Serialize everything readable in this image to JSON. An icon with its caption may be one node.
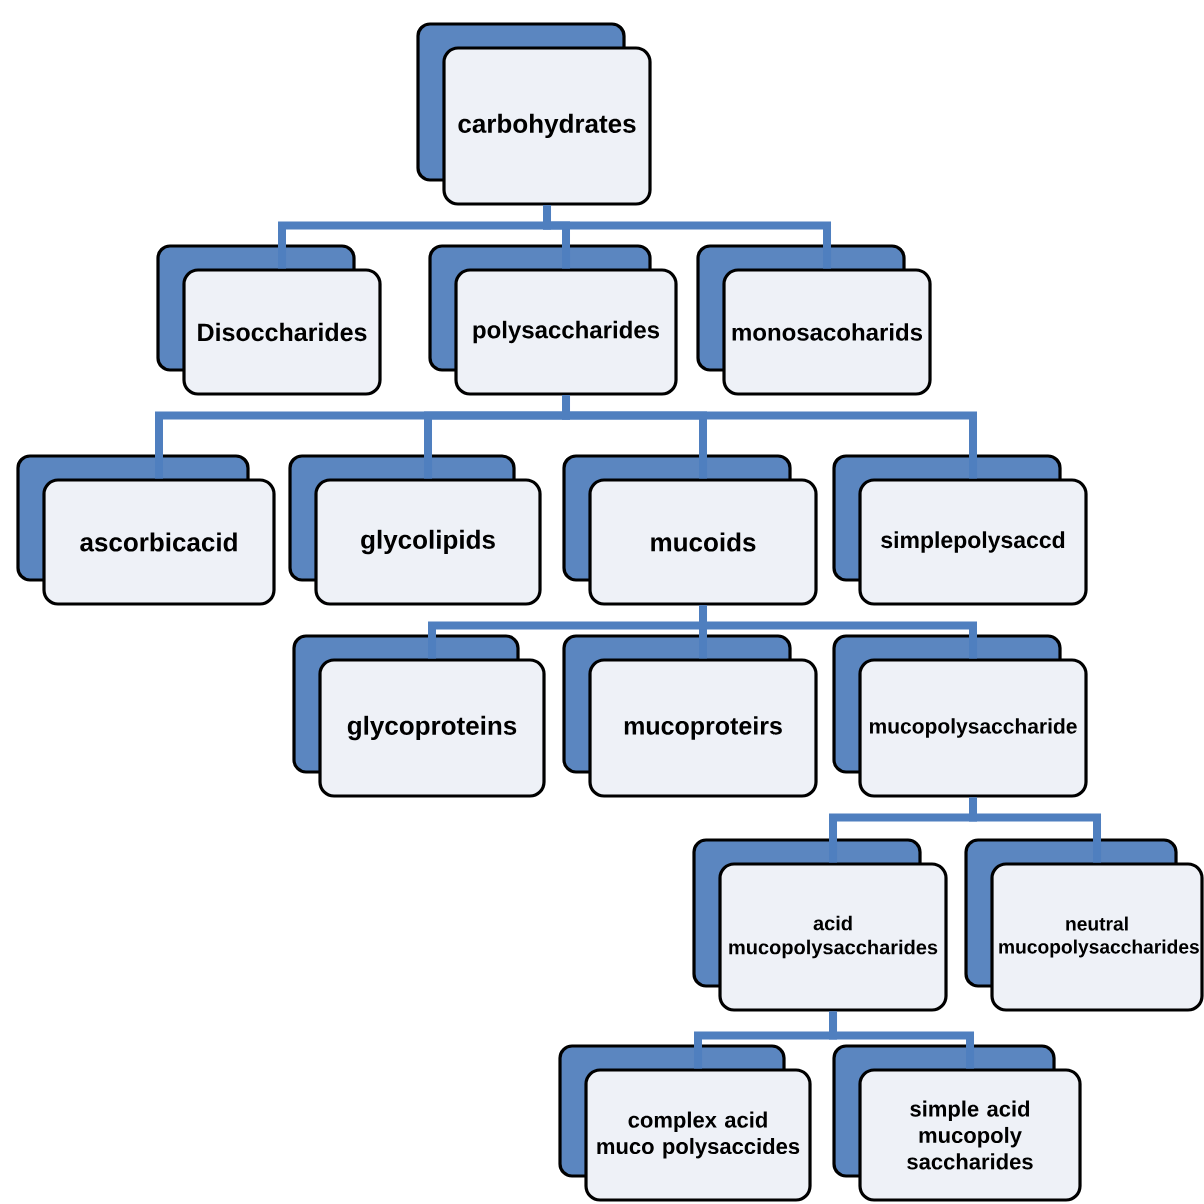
{
  "diagram": {
    "nodes": [
      {
        "text": [
          "carbohydrates"
        ]
      },
      {
        "text": [
          "Disoccharides"
        ]
      },
      {
        "text": [
          "polysaccharides"
        ]
      },
      {
        "text": [
          "monosacoharids"
        ]
      },
      {
        "text": [
          "ascorbicacid"
        ]
      },
      {
        "text": [
          "glycolipids"
        ]
      },
      {
        "text": [
          "mucoids"
        ]
      },
      {
        "text": [
          "simplepolysaccd"
        ]
      },
      {
        "text": [
          "glycoproteins"
        ]
      },
      {
        "text": [
          "mucoproteirs"
        ]
      },
      {
        "text": [
          "mucopolysaccharide"
        ]
      },
      {
        "text": [
          "acid mucopolysaccharides"
        ]
      },
      {
        "text": [
          "neutral mucopolysaccharides"
        ]
      },
      {
        "text": [
          "complex acid muco polysaccides"
        ]
      },
      {
        "text": [
          "simple acid mucopoly saccharides"
        ]
      }
    ],
    "edges": [
      {
        "from": 0,
        "to": 1,
        "arrow": "none"
      },
      {
        "from": 0,
        "to": 2,
        "arrow": "none"
      },
      {
        "from": 0,
        "to": 3,
        "arrow": "none"
      },
      {
        "from": 2,
        "to": 4,
        "arrow": "none"
      },
      {
        "from": 2,
        "to": 5,
        "arrow": "none"
      },
      {
        "from": 2,
        "to": 6,
        "arrow": "none"
      },
      {
        "from": 2,
        "to": 7,
        "arrow": "none"
      },
      {
        "from": 6,
        "to": 8,
        "arrow": "none"
      },
      {
        "from": 6,
        "to": 9,
        "arrow": "none"
      },
      {
        "from": 6,
        "to": 10,
        "arrow": "none"
      },
      {
        "from": 10,
        "to": 11,
        "arrow": "none"
      },
      {
        "from": 10,
        "to": 12,
        "arrow": "none"
      },
      {
        "from": 11,
        "to": 13,
        "arrow": "none"
      },
      {
        "from": 11,
        "to": 14,
        "arrow": "none"
      }
    ]
  }
}
